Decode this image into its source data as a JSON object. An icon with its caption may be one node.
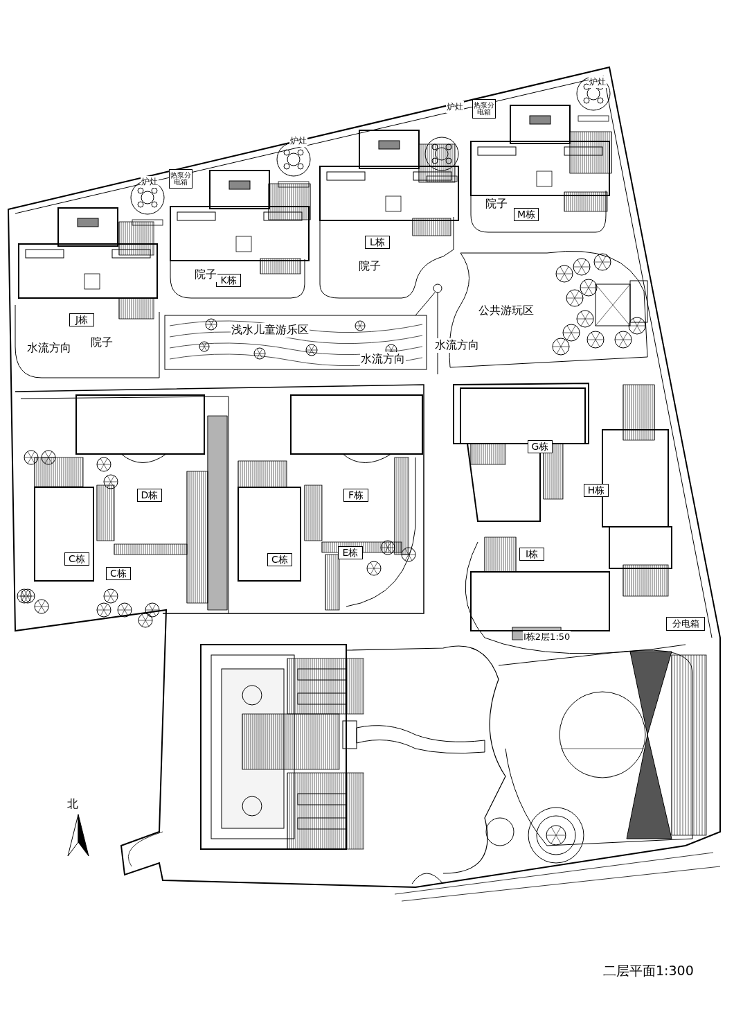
{
  "diagram": {
    "title": "二层平面1:300",
    "nodes": [
      {
        "text": [
          "热泵分电箱"
        ]
      },
      {
        "text": [
          "热泵分电箱"
        ]
      },
      {
        "text": [
          "J栋"
        ]
      },
      {
        "text": [
          "K栋"
        ]
      },
      {
        "text": [
          "L栋"
        ]
      },
      {
        "text": [
          "M栋"
        ]
      },
      {
        "text": [
          "D栋"
        ]
      },
      {
        "text": [
          "F栋"
        ]
      },
      {
        "text": [
          "C栋"
        ]
      },
      {
        "text": [
          "C栋"
        ]
      },
      {
        "text": [
          "C栋"
        ]
      },
      {
        "text": [
          "E栋"
        ]
      },
      {
        "text": [
          "G栋"
        ]
      },
      {
        "text": [
          "H栋"
        ]
      },
      {
        "text": [
          "I栋"
        ]
      },
      {
        "text": [
          "分电箱"
        ]
      }
    ],
    "edges": [],
    "labels": [
      "炉灶",
      "炉灶",
      "炉灶",
      "炉灶",
      "院子",
      "院子",
      "院子",
      "院子",
      "公共游玩区",
      "浅水儿童游乐区",
      "水流方向",
      "水流方向",
      "水流方向",
      "I栋2层1:50",
      "北"
    ]
  }
}
